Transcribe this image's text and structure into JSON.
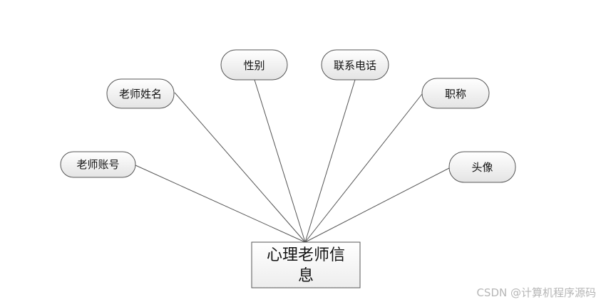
{
  "diagram": {
    "entity": {
      "label_line1": "心理老师信",
      "label_line2": "息"
    },
    "attributes": [
      {
        "label": "老师账号"
      },
      {
        "label": "老师姓名"
      },
      {
        "label": "性别"
      },
      {
        "label": "联系电话"
      },
      {
        "label": "职称"
      },
      {
        "label": "头像"
      }
    ]
  },
  "watermark": "CSDN @计算机程序源码",
  "colors": {
    "stroke": "#555555",
    "node_fill_top": "#ffffff",
    "node_fill_bottom": "#e6e6e6",
    "watermark": "#b6b6b6"
  }
}
